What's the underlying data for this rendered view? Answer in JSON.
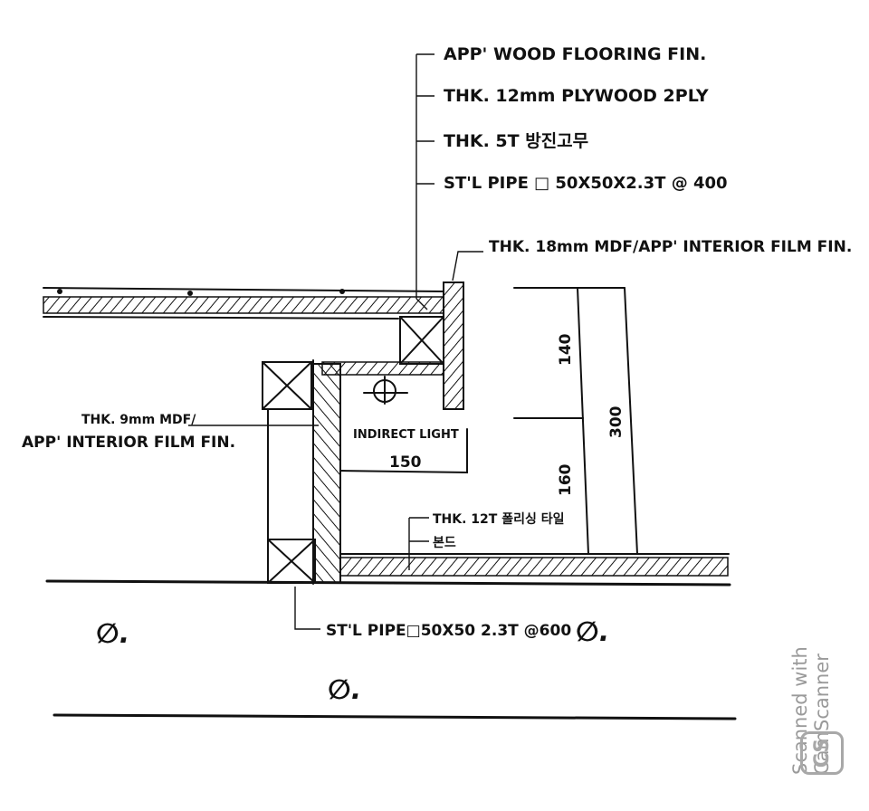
{
  "labels": {
    "flooring": "APP' WOOD FLOORING FIN.",
    "plywood": "THK. 12mm PLYWOOD 2PLY",
    "rubber": "THK. 5T 방진고무",
    "pipe_top": "ST'L PIPE □ 50X50X2.3T @ 400",
    "mdf18": "THK. 18mm MDF/APP' INTERIOR FILM FIN.",
    "mdf9_line1": "THK. 9mm MDF/",
    "mdf9_line2": "APP' INTERIOR FILM FIN.",
    "indirect_light": "INDIRECT LIGHT",
    "tile_line1": "THK. 12T 폴리싱 타일",
    "tile_line2": "본드",
    "pipe_bottom": "ST'L PIPE□50X50 2.3T @600"
  },
  "dimensions": {
    "d140": "140",
    "d160": "160",
    "d300": "300",
    "d150": "150"
  },
  "level_marks": {
    "left": "∅.",
    "right": "∅.",
    "bottom": "∅."
  },
  "watermark": {
    "line1": "Scanned with",
    "line2": "CamScanner",
    "logo": "CS"
  },
  "colors": {
    "ink": "#111111",
    "watermark": "#9a9a9a"
  }
}
